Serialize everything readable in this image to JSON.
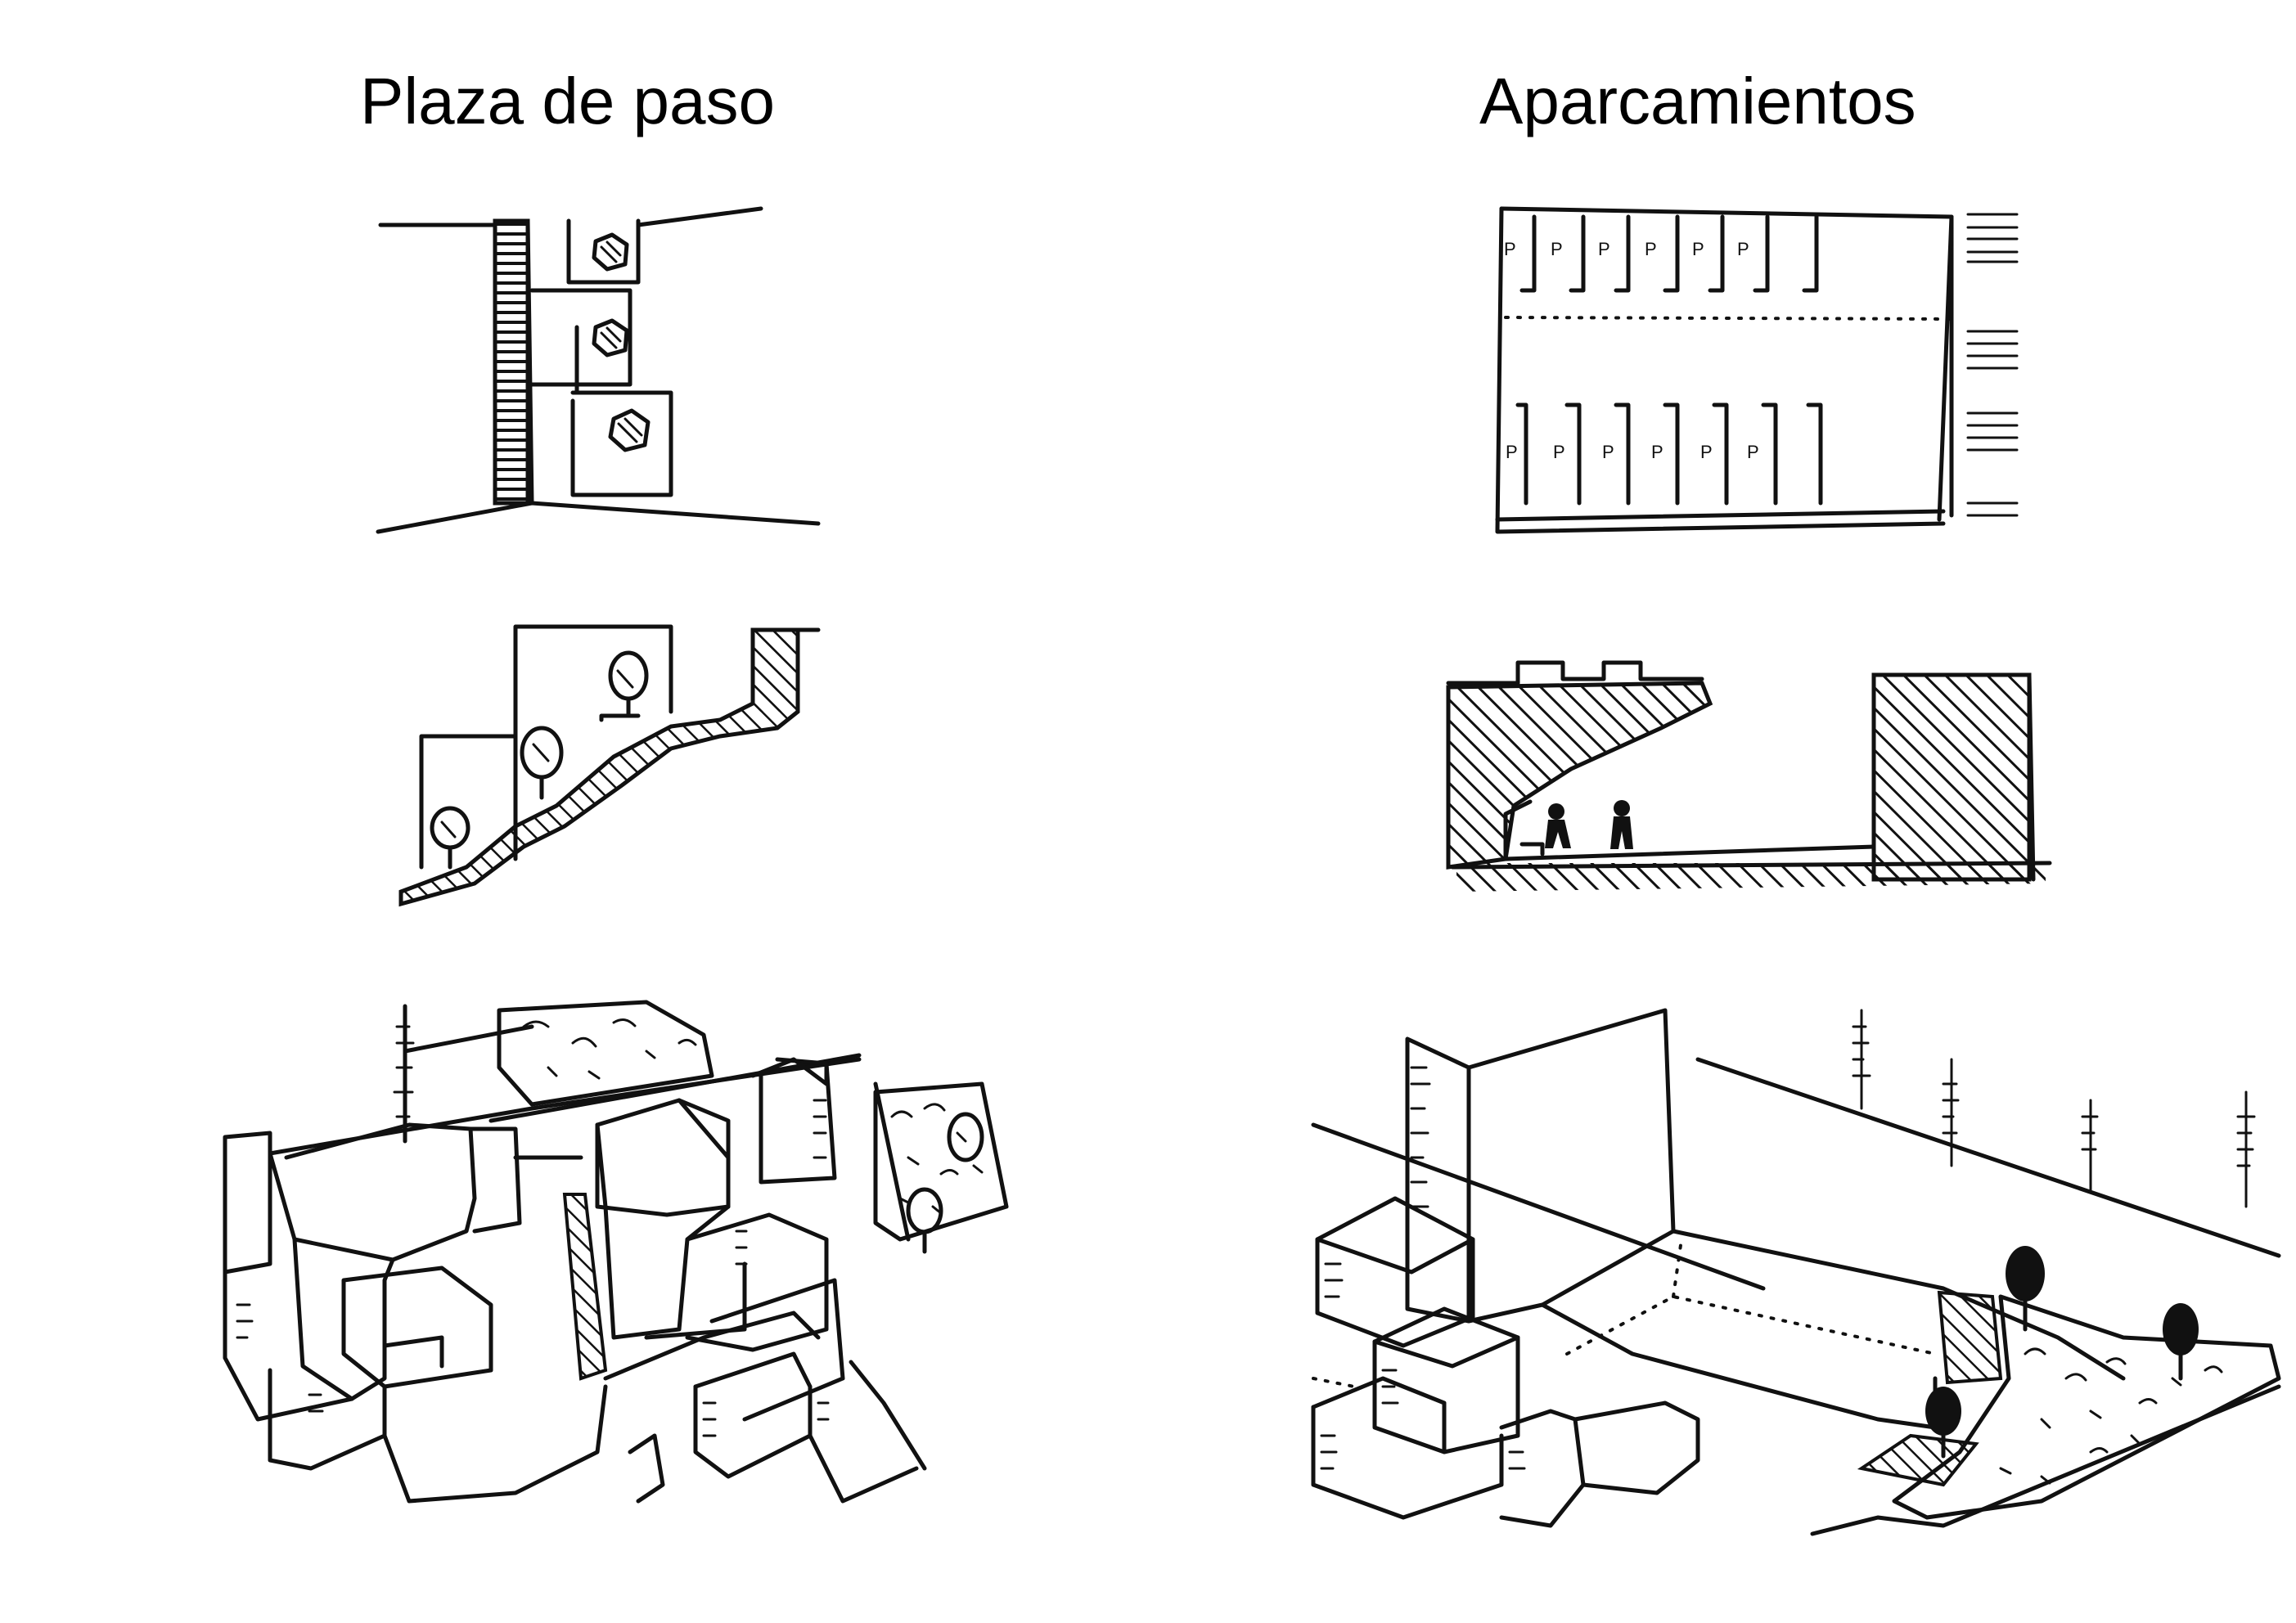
{
  "titles": {
    "left": "Plaza de paso",
    "right": "Aparcamientos"
  },
  "parking": {
    "stall_label": "P",
    "top_row_count": 6,
    "bottom_row_count": 6
  },
  "colors": {
    "ink": "#111111",
    "paper": "#ffffff"
  }
}
